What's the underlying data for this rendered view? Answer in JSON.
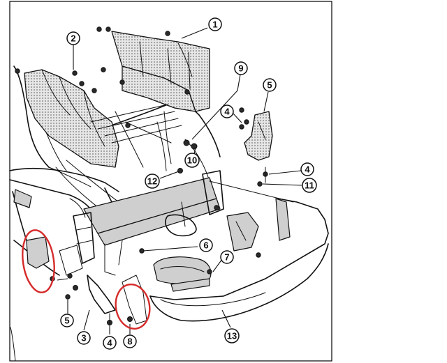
{
  "callouts": [
    {
      "label": "1"
    },
    {
      "label": "2"
    },
    {
      "label": "5"
    },
    {
      "label": "9"
    },
    {
      "label": "4"
    },
    {
      "label": "10"
    },
    {
      "label": "4"
    },
    {
      "label": "12"
    },
    {
      "label": "11"
    },
    {
      "label": "6"
    },
    {
      "label": "7"
    },
    {
      "label": "5"
    },
    {
      "label": "3"
    },
    {
      "label": "4"
    },
    {
      "label": "8"
    },
    {
      "label": "13"
    }
  ],
  "colors": {
    "highlight": "#d62a2a",
    "ink": "#111111",
    "paper": "#ffffff"
  }
}
